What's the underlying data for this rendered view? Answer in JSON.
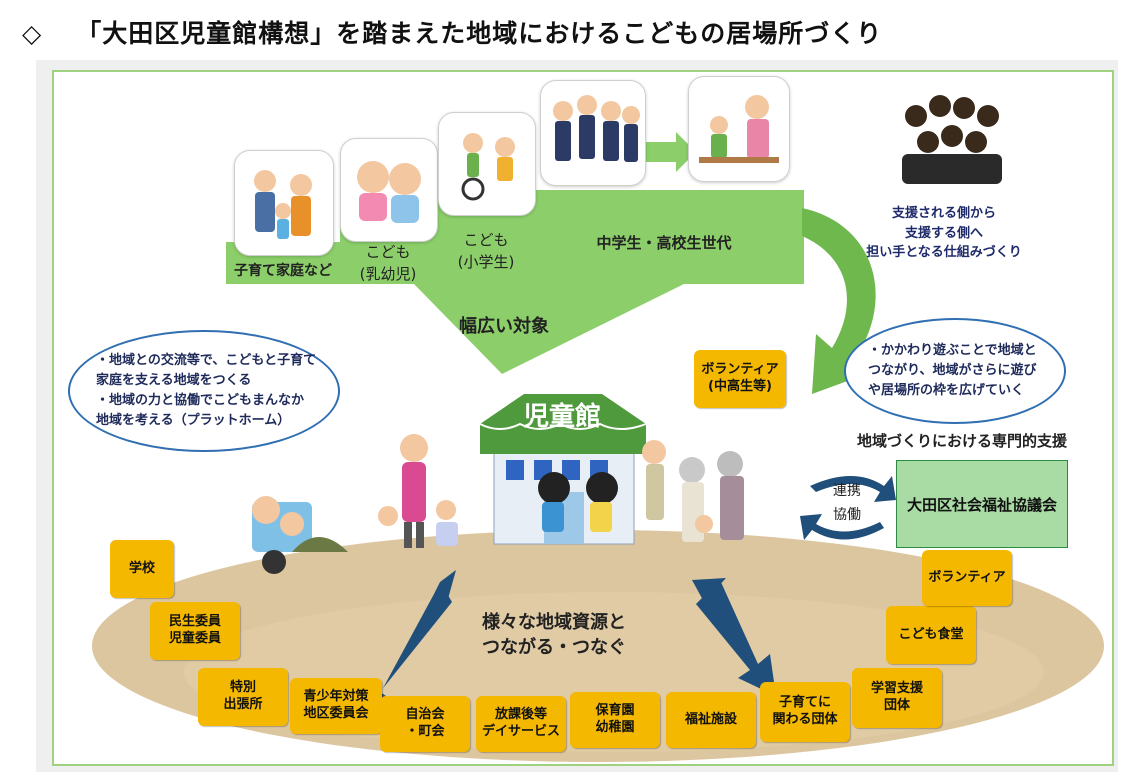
{
  "header": {
    "marker": "◇",
    "title": "「大田区児童館構想」を踏まえた地域におけるこどもの居場所づくり"
  },
  "targets": {
    "groups": [
      {
        "label": "子育て家庭など",
        "image": "family-illustration"
      },
      {
        "label": "こども\n(乳幼児)",
        "image": "toddlers-illustration"
      },
      {
        "label": "こども\n(小学生)",
        "image": "schoolkids-illustration"
      },
      {
        "label": "中学生・高校生世代",
        "image": "teens-illustration"
      }
    ],
    "caption": "幅広い対象",
    "helper_image": "teens-helping-children-illustration"
  },
  "support_transition": {
    "text": [
      "支援される側から",
      "支援する側へ",
      "担い手となる仕組みづくり"
    ],
    "image": "group-of-teens-illustration"
  },
  "bubbles": {
    "left": [
      "・地域との交流等で、こどもと子育て",
      "家庭を支える地域をつくる",
      "・地域の力と協働でこどもまんなか",
      "地域を考える（プラットホーム）"
    ],
    "right": [
      "・かかわり遊ぶことで地域と",
      "つながり、地域がさらに遊び",
      "や居場所の枠を広げていく"
    ]
  },
  "volunteer_teen": "ボランティア\n(中高生等)",
  "center": {
    "building_label": "児童館"
  },
  "cooperation": {
    "heading": "地域づくりにおける専門的支援",
    "arrow_label": "連携\n協働",
    "council": "大田区社会福祉協議会"
  },
  "resources_caption": [
    "様々な地域資源と",
    "つながる・つなぐ"
  ],
  "resources": [
    "学校",
    "民生委員\n児童委員",
    "特別\n出張所",
    "青少年対策\n地区委員会",
    "自治会\n・町会",
    "放課後等\nデイサービス",
    "保育園\n幼稚園",
    "福祉施設",
    "子育てに\n関わる団体",
    "学習支援\n団体",
    "こども食堂",
    "ボランティア"
  ],
  "colors": {
    "green": "#8ccf6a",
    "green_dark": "#4f9a3c",
    "yellow": "#f5b800",
    "ground": "#dcc69f",
    "navy": "#1f4f7a",
    "bubble_border": "#2f6fb2",
    "council": "#a9dba5"
  }
}
